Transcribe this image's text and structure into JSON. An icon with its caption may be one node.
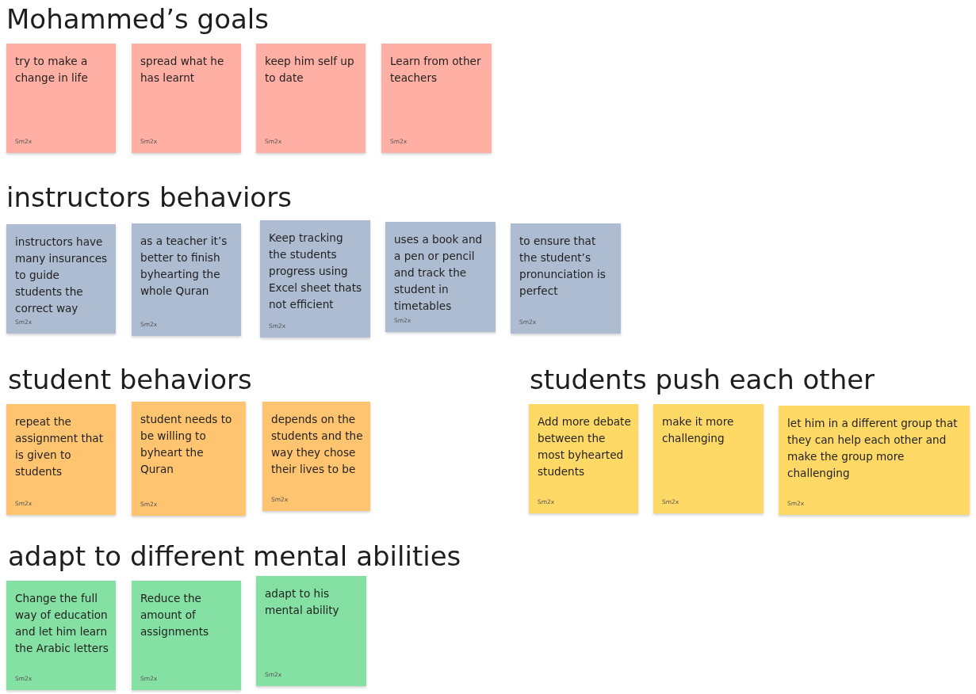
{
  "diagram": {
    "nodes": [
      {
        "text": [
          "try to make a change in life",
          "Sm2x"
        ]
      },
      {
        "text": [
          "spread what he has learnt",
          "Sm2x"
        ]
      },
      {
        "text": [
          "keep him self up to date",
          "Sm2x"
        ]
      },
      {
        "text": [
          "Learn from other teachers",
          "Sm2x"
        ]
      },
      {
        "text": [
          "instructors have many insurances to guide students the correct way",
          "Sm2x"
        ]
      },
      {
        "text": [
          "as a teacher it’s better to finish byhearting the whole Quran",
          "Sm2x"
        ]
      },
      {
        "text": [
          "Keep tracking the students progress using Excel sheet thats not efficient",
          "Sm2x"
        ]
      },
      {
        "text": [
          "uses a book and a pen or pencil and track the student in timetables",
          "Sm2x"
        ]
      },
      {
        "text": [
          "to ensure that the student’s pronunciation is perfect",
          "Sm2x"
        ]
      },
      {
        "text": [
          "repeat the assignment that is given to students",
          "Sm2x"
        ]
      },
      {
        "text": [
          "student needs to be willing to byheart the Quran",
          "Sm2x"
        ]
      },
      {
        "text": [
          "depends on the students and the way they chose their lives to be",
          "Sm2x"
        ]
      },
      {
        "text": [
          "Add more debate between the most byhearted students",
          "Sm2x"
        ]
      },
      {
        "text": [
          "make it more challenging",
          "Sm2x"
        ]
      },
      {
        "text": [
          "let him in a different group that they can help each other and make the group more challenging",
          "Sm2x"
        ]
      },
      {
        "text": [
          "Change the full way of education and let him learn the Arabic letters",
          "Sm2x"
        ]
      },
      {
        "text": [
          "Reduce the amount of assignments",
          "Sm2x"
        ]
      },
      {
        "text": [
          "adapt to his mental ability",
          "Sm2x"
        ]
      }
    ],
    "edges": [],
    "labels": [
      "Mohammed’s goals",
      "instructors behaviors",
      "student behaviors",
      "students push each other",
      "adapt to different mental abilities"
    ]
  }
}
